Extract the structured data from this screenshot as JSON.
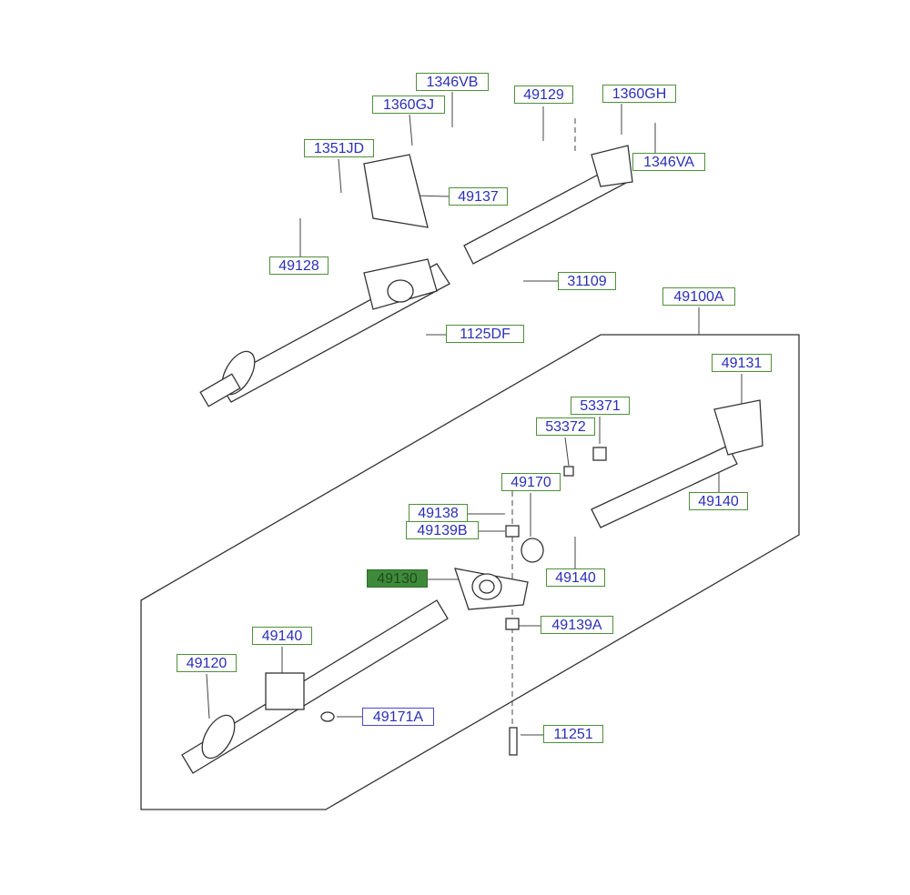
{
  "title": "Propeller Shaft Parts Diagram",
  "labels": [
    {
      "id": "l1346VB",
      "text": "1346VB"
    },
    {
      "id": "l1360GJ",
      "text": "1360GJ"
    },
    {
      "id": "l49129",
      "text": "49129"
    },
    {
      "id": "l1360GH",
      "text": "1360GH"
    },
    {
      "id": "l1351JD",
      "text": "1351JD"
    },
    {
      "id": "l1346VA",
      "text": "1346VA"
    },
    {
      "id": "l49137",
      "text": "49137"
    },
    {
      "id": "l49128",
      "text": "49128"
    },
    {
      "id": "l31109",
      "text": "31109"
    },
    {
      "id": "l1125DF",
      "text": "1125DF"
    },
    {
      "id": "l49100A",
      "text": "49100A"
    },
    {
      "id": "l49131",
      "text": "49131"
    },
    {
      "id": "l53371",
      "text": "53371"
    },
    {
      "id": "l53372",
      "text": "53372"
    },
    {
      "id": "l49170",
      "text": "49170"
    },
    {
      "id": "l49140r",
      "text": "49140"
    },
    {
      "id": "l49138",
      "text": "49138"
    },
    {
      "id": "l49139B",
      "text": "49139B"
    },
    {
      "id": "l49140m",
      "text": "49140"
    },
    {
      "id": "l49130",
      "text": "49130",
      "highlighted": true
    },
    {
      "id": "l49139A",
      "text": "49139A"
    },
    {
      "id": "l49140l",
      "text": "49140"
    },
    {
      "id": "l49120",
      "text": "49120"
    },
    {
      "id": "l49171A",
      "text": "49171A",
      "bordered_blue": true
    },
    {
      "id": "l11251",
      "text": "11251"
    }
  ],
  "colors": {
    "label_border": "#4f8f3a",
    "label_text": "#2a2fb8",
    "highlight_fill": "#3f8a3a"
  }
}
